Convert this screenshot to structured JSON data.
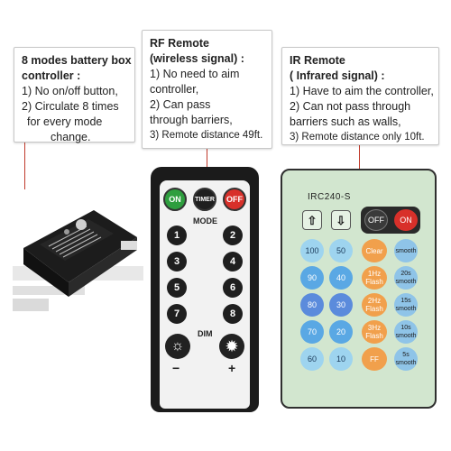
{
  "callouts": {
    "battery_box": {
      "title_line1": "8 modes battery box",
      "title_line2": "controller :",
      "lines": [
        "1) No on/off button,",
        "2) Circulate 8 times",
        "for every mode",
        "change."
      ]
    },
    "rf": {
      "title_line1": "RF Remote",
      "title_line2": "(wireless signal) :",
      "lines": [
        "1) No need to aim",
        "controller,",
        "2) Can pass",
        "through barriers,",
        "3) Remote distance 49ft."
      ]
    },
    "ir": {
      "title_line1": "IR Remote",
      "title_line2": "( Infrared signal) :",
      "lines": [
        "1) Have to aim the controller,",
        "2) Can not pass through",
        "barriers such as walls,",
        "3) Remote distance only 10ft."
      ]
    }
  },
  "rf_remote": {
    "on": "ON",
    "timer": "TIMER",
    "off": "OFF",
    "mode_label": "MODE",
    "numbers": [
      "1",
      "2",
      "3",
      "4",
      "5",
      "6",
      "7",
      "8"
    ],
    "dim_label": "DIM",
    "minus": "−",
    "plus": "+"
  },
  "ir_remote": {
    "model": "IRC240-S",
    "off": "OFF",
    "on": "ON",
    "brightness": [
      "100",
      "50",
      "90",
      "40",
      "80",
      "30",
      "70",
      "20",
      "60",
      "10"
    ],
    "flash": [
      "Clear",
      "1Hz Flash",
      "2Hz Flash",
      "3Hz Flash",
      "FF"
    ],
    "timers": [
      "smooth",
      "20s smooth",
      "15s smooth",
      "10s smooth",
      "5s smooth"
    ]
  },
  "colors": {
    "leader": "#c0392b",
    "rf_on": "#2e9e3e",
    "rf_timer": "#1f1f1f",
    "rf_off": "#d8302a",
    "ir_body": "#d2e6cf",
    "ir_off": "#2a2a2a",
    "ir_on": "#d8302a"
  }
}
